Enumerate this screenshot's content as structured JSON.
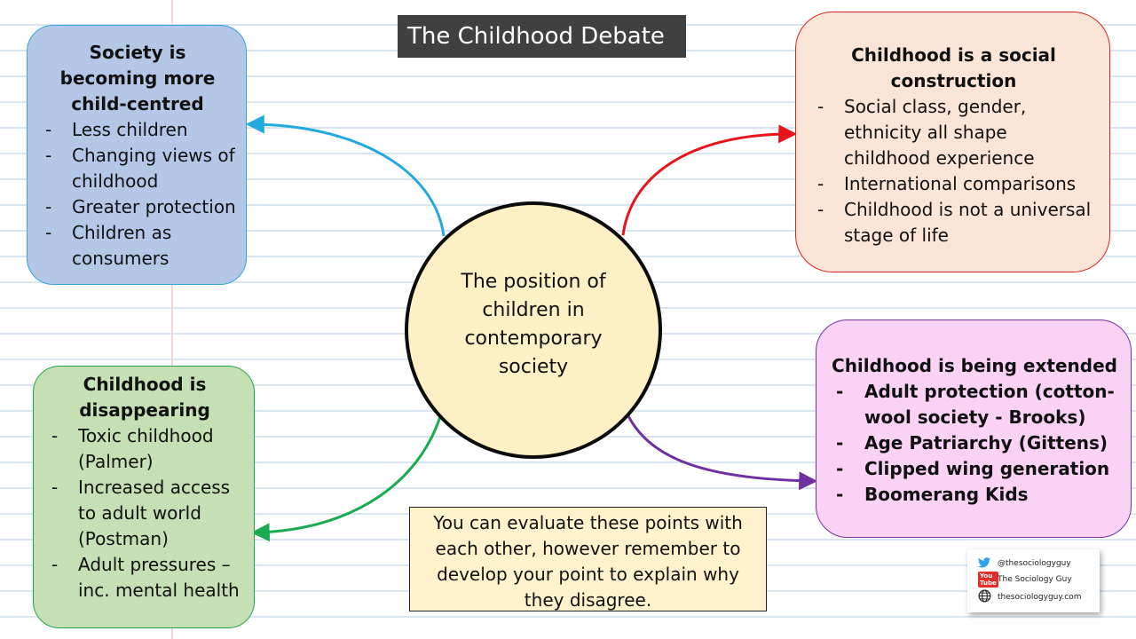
{
  "title": "The Childhood Debate",
  "center": {
    "label": "The position of children in contemporary society"
  },
  "boxes": {
    "child_centred": {
      "heading": "Society is becoming more child-centred",
      "items": [
        "Less children",
        "Changing views of childhood",
        "Greater protection",
        "Children as consumers"
      ],
      "colors": {
        "fill": "#b4c7e7",
        "border": "#33a3dc"
      }
    },
    "social_construction": {
      "heading": "Childhood is a social construction",
      "items": [
        "Social class, gender, ethnicity all shape childhood experience",
        "International comparisons",
        "Childhood is not a universal stage of life"
      ],
      "colors": {
        "fill": "#fbe5d6",
        "border": "#e02020"
      }
    },
    "disappearing": {
      "heading": "Childhood is disappearing",
      "items": [
        "Toxic childhood (Palmer)",
        "Increased access to adult world (Postman)",
        "Adult pressures – inc. mental health"
      ],
      "colors": {
        "fill": "#c5e0b4",
        "border": "#22a84a"
      }
    },
    "extended": {
      "heading": "Childhood is being extended",
      "items": [
        "Adult protection (cotton-wool society - Brooks)",
        "Age Patriarchy (Gittens)",
        "Clipped wing generation",
        "Boomerang Kids"
      ],
      "colors": {
        "fill": "#fad2f6",
        "border": "#7030a0"
      }
    }
  },
  "note": "You can evaluate these points with each other, however remember to develop your point to explain why they disagree.",
  "badge": {
    "twitter": "@thesociologyguy",
    "youtube_logo": "You Tube",
    "youtube": "The Sociology Guy",
    "website": "thesociologyguy.com"
  },
  "connector_colors": {
    "blue": "#22a9df",
    "red": "#e8141b",
    "green": "#1aaa4f",
    "purple": "#7030a0"
  }
}
